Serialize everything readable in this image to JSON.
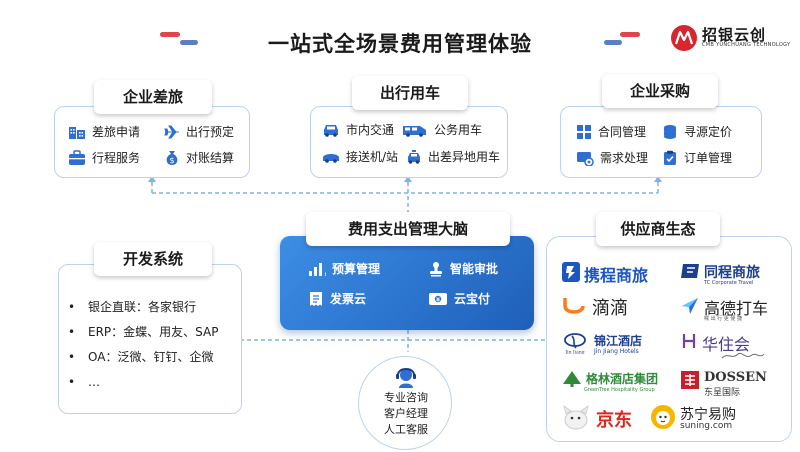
{
  "title": "一站式全场景费用管理体验",
  "logo": {
    "name": "招银云创",
    "subtitle": "CMB YUNCHUANG TECHNOLOGY"
  },
  "colors": {
    "accent": "#2e6fd1",
    "border": "#bcd3f0",
    "deco_red": "#e0454c",
    "deco_blue": "#5b7fc7"
  },
  "travel": {
    "title": "企业差旅",
    "items": [
      {
        "label": "差旅申请",
        "icon": "building-icon"
      },
      {
        "label": "出行预定",
        "icon": "airplane-icon"
      },
      {
        "label": "行程服务",
        "icon": "briefcase-icon"
      },
      {
        "label": "对账结算",
        "icon": "money-bag-icon"
      }
    ]
  },
  "car": {
    "title": "出行用车",
    "items": [
      {
        "label": "市内交通",
        "icon": "car-icon"
      },
      {
        "label": "公务用车",
        "icon": "van-icon"
      },
      {
        "label": "接送机/站",
        "icon": "transfer-car-icon"
      },
      {
        "label": "出差异地用车",
        "icon": "taxi-icon"
      }
    ]
  },
  "procure": {
    "title": "企业采购",
    "items": [
      {
        "label": "合同管理",
        "icon": "contract-grid-icon"
      },
      {
        "label": "寻源定价",
        "icon": "coin-stack-icon"
      },
      {
        "label": "需求处理",
        "icon": "settings-icon"
      },
      {
        "label": "订单管理",
        "icon": "clipboard-icon"
      }
    ]
  },
  "brain": {
    "title": "费用支出管理大脑",
    "items": [
      {
        "label": "预算管理",
        "icon": "bar-chart-icon"
      },
      {
        "label": "智能审批",
        "icon": "approval-stamp-icon"
      },
      {
        "label": "发票云",
        "icon": "invoice-icon"
      },
      {
        "label": "云宝付",
        "icon": "payment-card-icon"
      }
    ]
  },
  "dev": {
    "title": "开发系统",
    "bullet": "•",
    "items": [
      "银企直联：各家银行",
      "ERP：金蝶、用友、SAP",
      "OA：泛微、钉钉、企微",
      "…"
    ]
  },
  "service": {
    "lines": [
      "专业咨询",
      "客户经理",
      "人工客服"
    ]
  },
  "supplier": {
    "title": "供应商生态",
    "brands": [
      {
        "name": "携程商旅",
        "color": "#1c56c4"
      },
      {
        "name": "同程商旅",
        "sub": "TC Corporate Travel",
        "color": "#1d3f8f"
      },
      {
        "name": "滴滴",
        "color": "#222222"
      },
      {
        "name": "高德打车",
        "sub": "喊 出 行 更 便 捷",
        "color": "#222222"
      },
      {
        "name": "锦江酒店",
        "sub": "Jin Jiang Hotels",
        "color": "#1d3f8f"
      },
      {
        "name": "华住会",
        "color": "#4a3a8a"
      },
      {
        "name": "格林酒店集团",
        "sub": "GreenTree Hospitality Group",
        "color": "#2f8a3a"
      },
      {
        "name": "DOSSEN",
        "sub": "东呈国际",
        "color": "#333333"
      },
      {
        "name": "京东",
        "color": "#e1251b"
      },
      {
        "name": "苏宁易购",
        "sub": "suning.com",
        "color": "#222222"
      }
    ]
  }
}
